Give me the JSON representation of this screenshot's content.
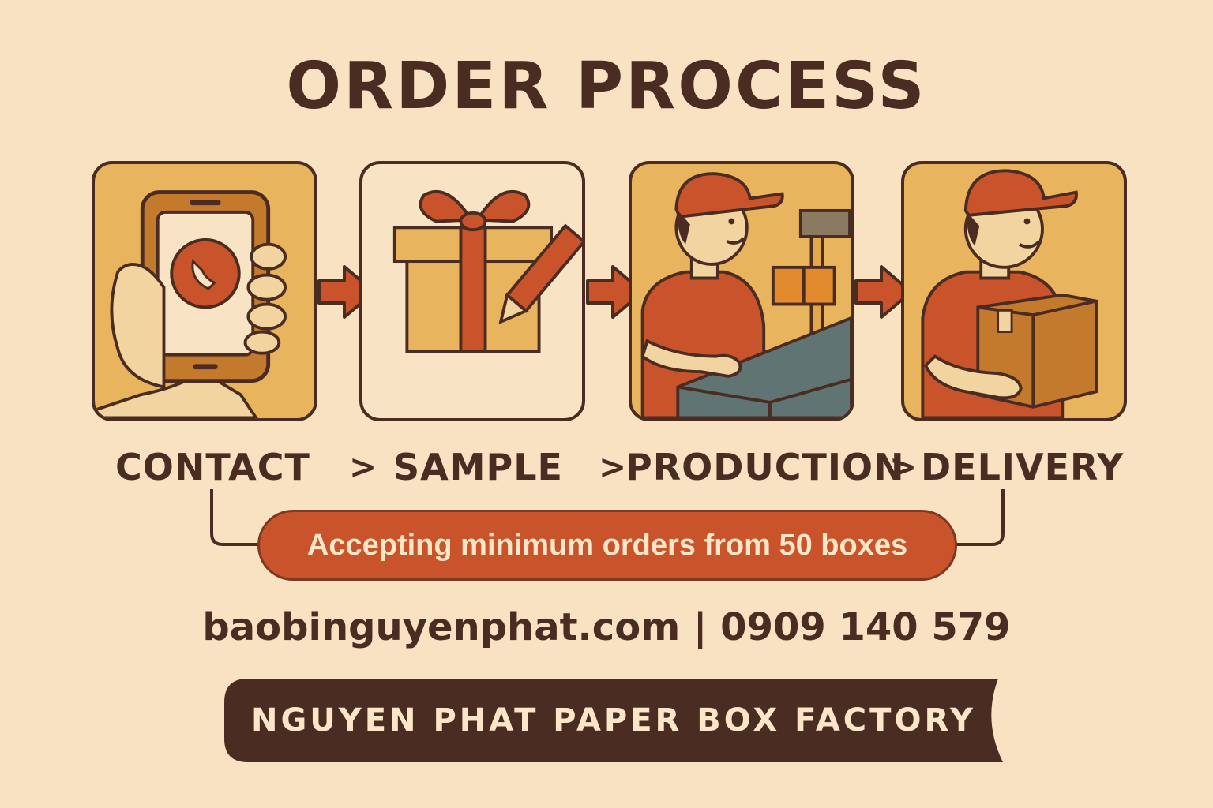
{
  "title": "ORDER PROCESS",
  "steps": [
    {
      "label": "CONTACT",
      "icon": "phone-call-icon"
    },
    {
      "label": "SAMPLE",
      "icon": "gift-box-pencil-icon"
    },
    {
      "label": "PRODUCTION",
      "icon": "worker-production-icon"
    },
    {
      "label": "DELIVERY",
      "icon": "delivery-worker-icon"
    }
  ],
  "separator": ">",
  "minimum_order": "Accepting minimum orders from 50 boxes",
  "contact_line": "baobinguyenphat.com | 0909 140 579",
  "footer_banner": "NGUYEN PHAT PAPER BOX FACTORY",
  "colors": {
    "background": "#f8e2c2",
    "dark_brown": "#4a2c22",
    "orange_red": "#c9532a",
    "mustard": "#e9b45e",
    "slate": "#5f7473"
  }
}
